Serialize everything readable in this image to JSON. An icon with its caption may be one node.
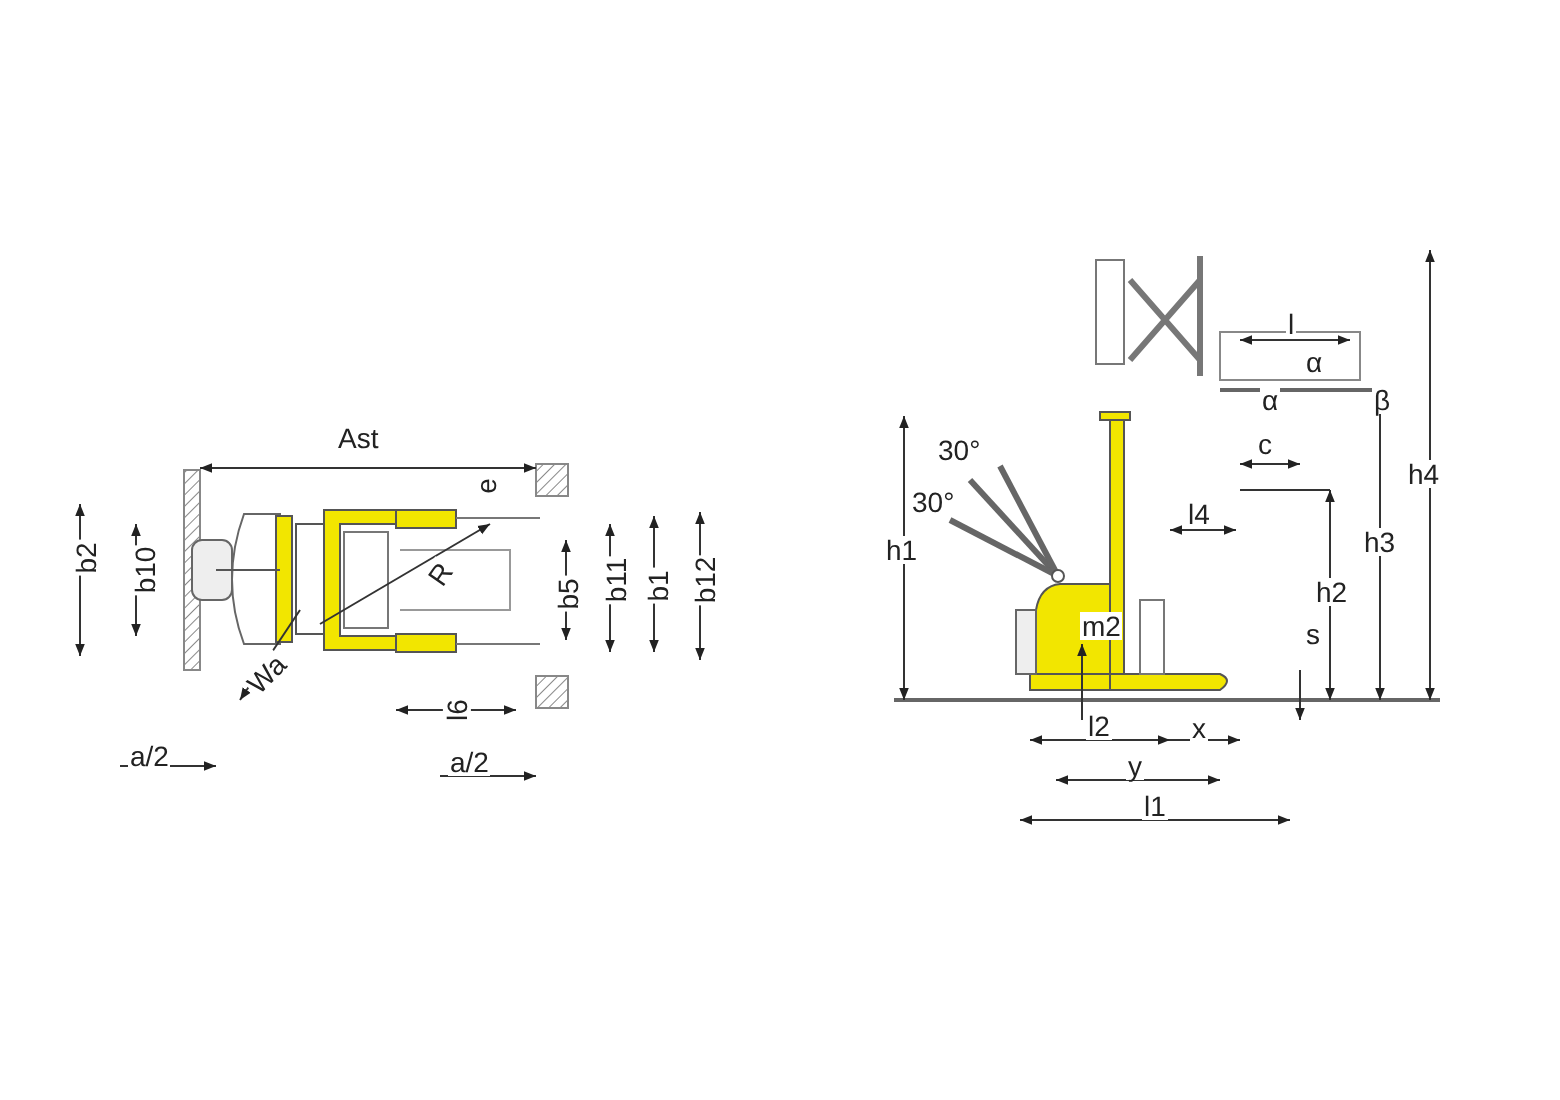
{
  "diagram": {
    "labels": [
      "Ast",
      "e",
      "b2",
      "b10",
      "R",
      "b5",
      "b11",
      "b1",
      "b12",
      "Wa",
      "l6",
      "a/2",
      "a/2",
      "l",
      "α",
      "30°",
      "α",
      "β",
      "c",
      "30°",
      "l4",
      "h1",
      "h4",
      "h3",
      "h2",
      "m2",
      "s",
      "l2",
      "x",
      "y",
      "l1"
    ]
  }
}
